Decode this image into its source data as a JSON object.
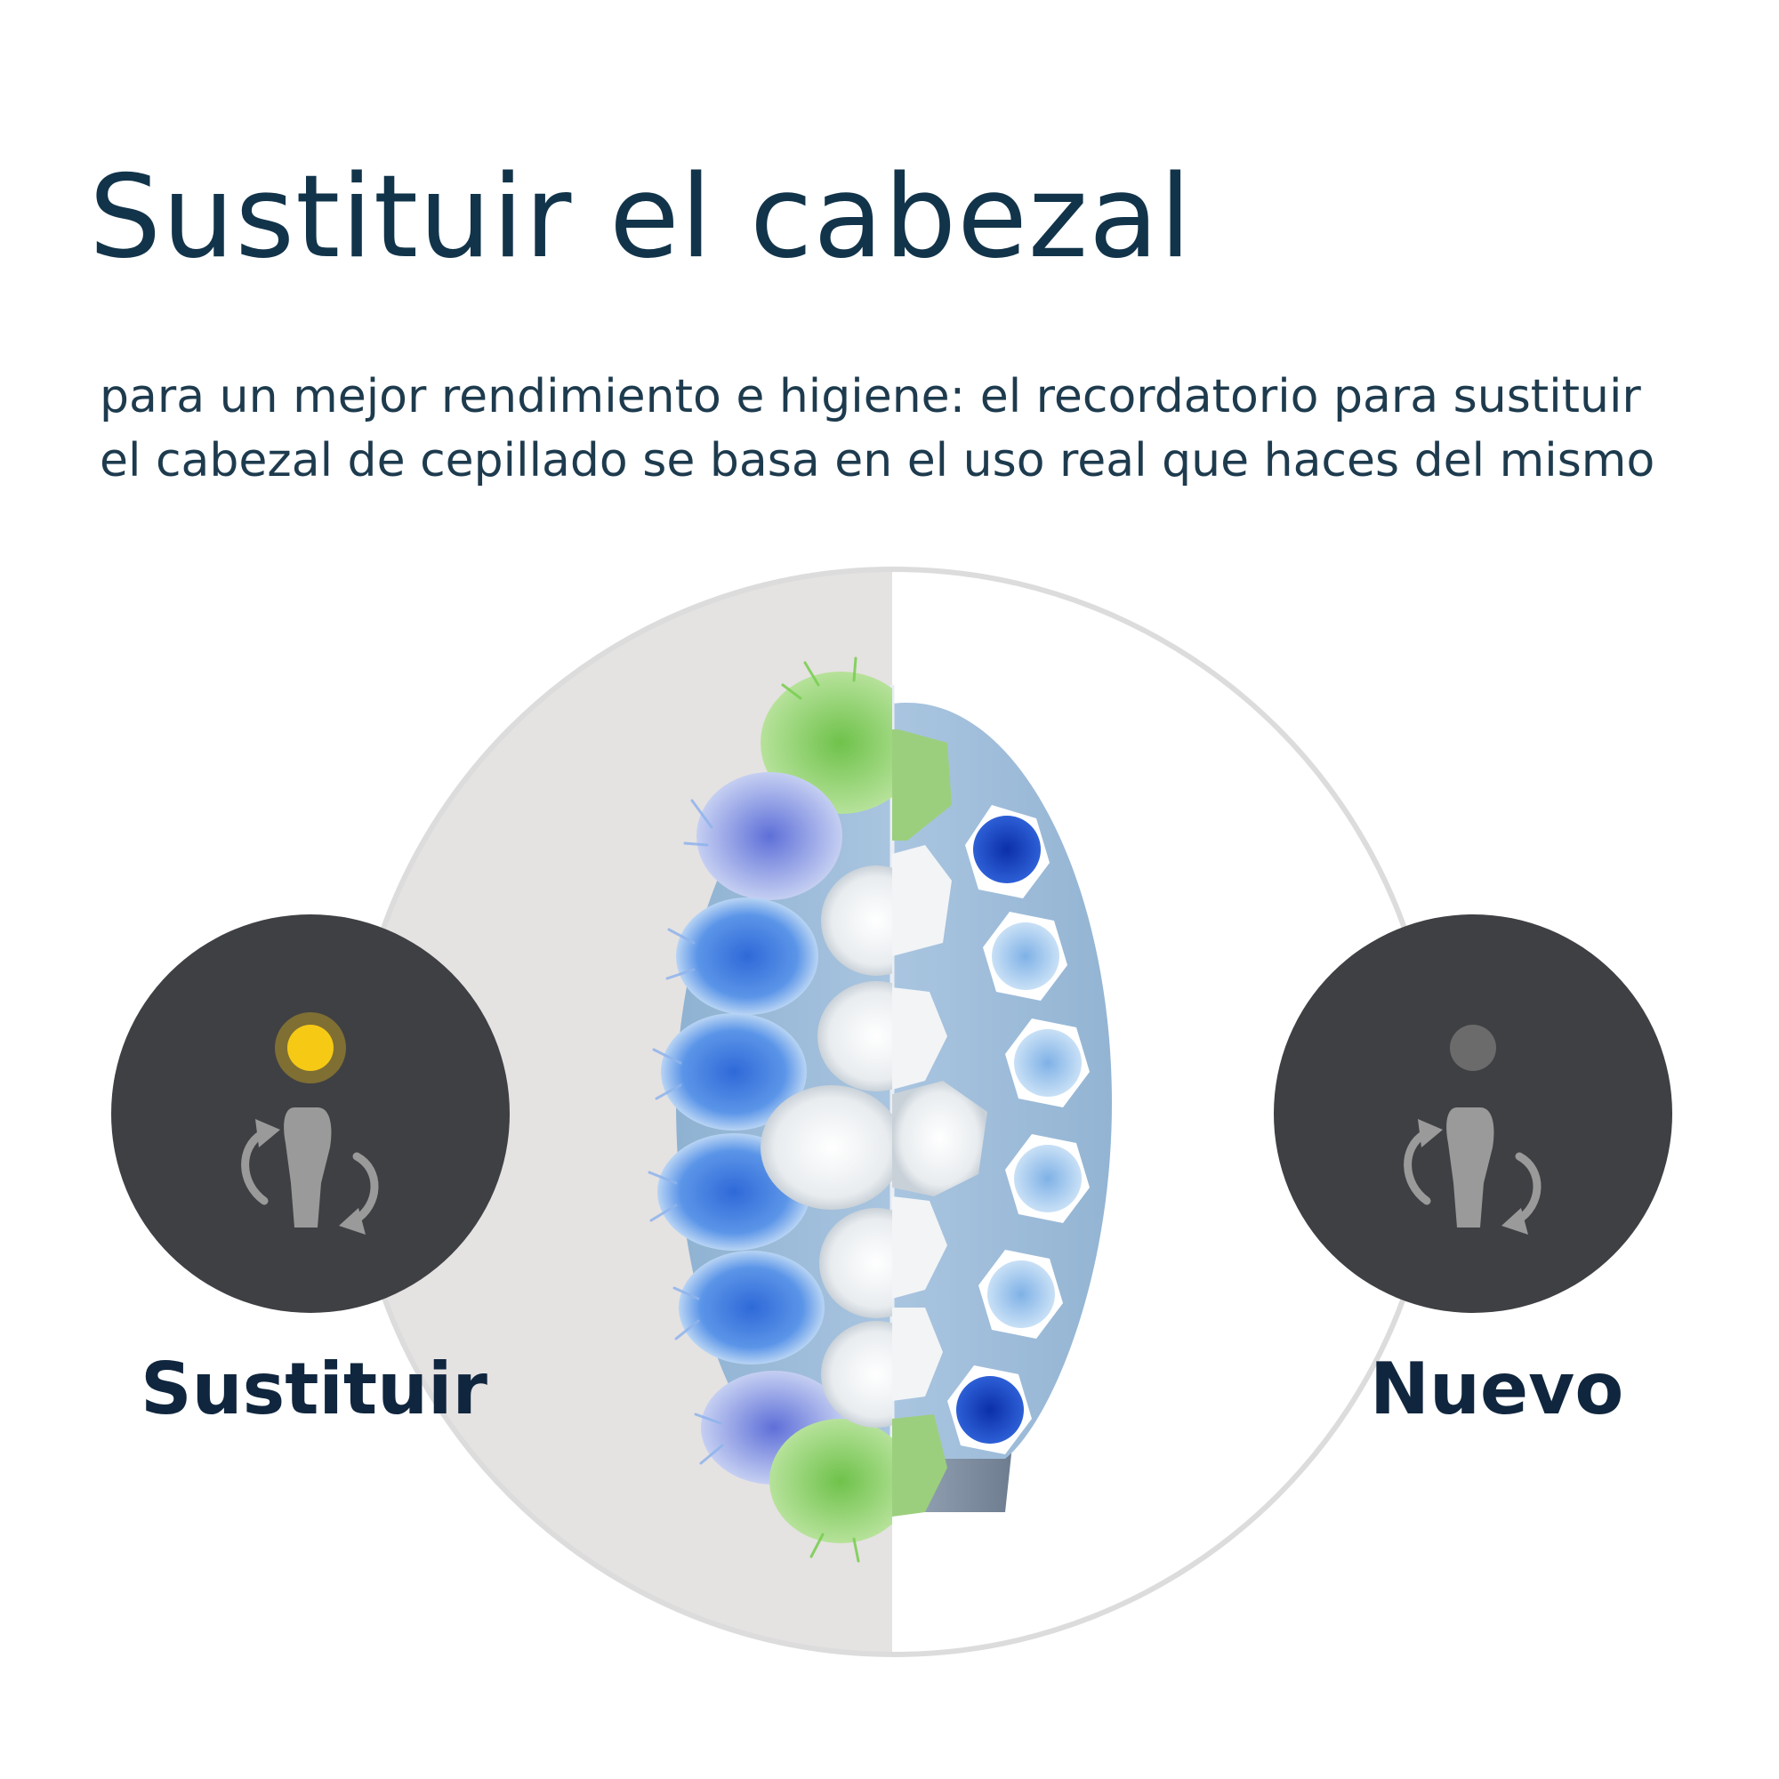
{
  "header": {
    "title": "Sustituir el cabezal",
    "subtitle_line1": "para un mejor rendimiento e higiene: el recordatorio para sustituir",
    "subtitle_line2": "el cabezal de cepillado se basa en el uso real que haces del mismo"
  },
  "indicators": {
    "left": {
      "label": "Sustituir",
      "light_color": "#f6c915",
      "state": "on"
    },
    "right": {
      "label": "Nuevo",
      "light_color": "#6b6b6b",
      "state": "off"
    }
  },
  "icons": {
    "indicator_icon": "brush-head-replace-icon"
  },
  "colors": {
    "title": "#12344a",
    "dark_circle": "#3f4044",
    "worn_background": "#e5e2e2",
    "label": "#10263e"
  }
}
